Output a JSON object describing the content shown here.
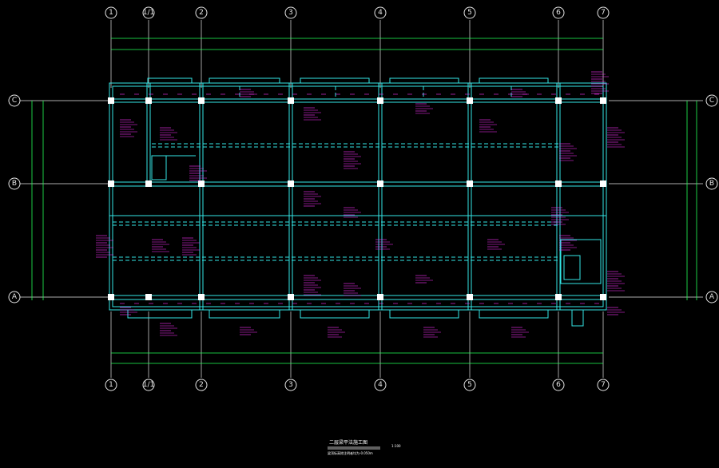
{
  "drawing": {
    "columns_axes": [
      {
        "label": "1"
      },
      {
        "label": "1/1"
      },
      {
        "label": "2"
      },
      {
        "label": "3"
      },
      {
        "label": "4"
      },
      {
        "label": "5"
      },
      {
        "label": "6"
      },
      {
        "label": "7"
      }
    ],
    "row_axes": [
      {
        "label": "C"
      },
      {
        "label": "B"
      },
      {
        "label": "A"
      }
    ],
    "title": "二层梁平法施工图",
    "scale": "1:100",
    "note": "梁顶标高除注明者均为-0.050m",
    "colors": {
      "background": "#000000",
      "beam": "#33e6e6",
      "annotation": "#ff33ff",
      "dimension": "#22ff55",
      "grid": "#e6e6e6",
      "column": "#ffffff"
    }
  }
}
